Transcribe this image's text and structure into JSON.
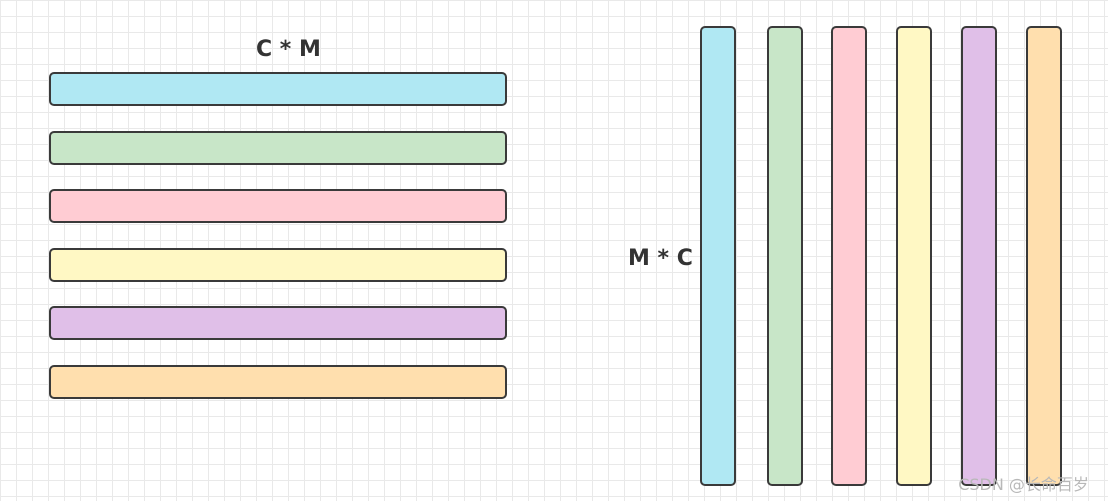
{
  "diagram": {
    "left_label": "C * M",
    "right_label": "M * C",
    "colors": [
      "#b0e8f3",
      "#c8e6c8",
      "#ffccd3",
      "#fff8c4",
      "#e0bfe8",
      "#ffdfae"
    ],
    "border_color": "#3a3a3a"
  },
  "watermark": "CSDN @长命百岁 ️"
}
